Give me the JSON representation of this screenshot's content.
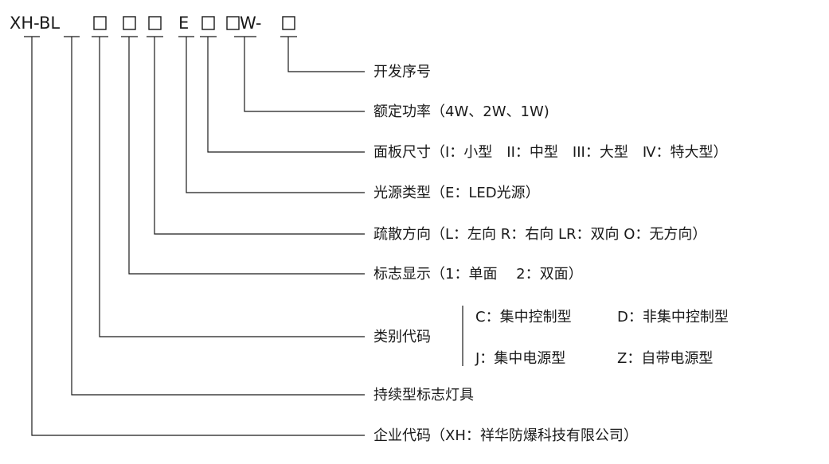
{
  "code": {
    "prefix": "XH-BL",
    "char_e": "E",
    "char_w": "W-",
    "placeholder_count": 6
  },
  "legend": [
    {
      "key": "serial",
      "label": "开发序号"
    },
    {
      "key": "power",
      "label": "额定功率（4W、2W、1W)"
    },
    {
      "key": "panel",
      "label": "面板尺寸（I：小型　II：中型　III：大型　Ⅳ：特大型）"
    },
    {
      "key": "light",
      "label": "光源类型（E：LED光源）"
    },
    {
      "key": "direction",
      "label": "疏散方向（L：左向  R：右向  LR：双向  O：无方向）"
    },
    {
      "key": "display",
      "label": "标志显示（1：单面　 2：双面）"
    },
    {
      "key": "category",
      "label": "类别代码",
      "options": [
        "C：集中控制型",
        "D：非集中控制型",
        "J：集中电源型",
        "Z：自带电源型"
      ]
    },
    {
      "key": "type",
      "label": "持续型标志灯具"
    },
    {
      "key": "company",
      "label": "企业代码（XH：祥华防爆科技有限公司）"
    }
  ]
}
